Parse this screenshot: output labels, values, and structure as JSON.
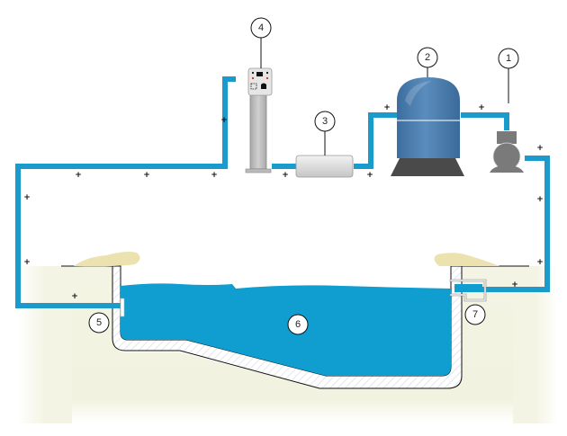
{
  "diagram": {
    "title": "Pool filtration circuit",
    "colors": {
      "pipe": "#1a9bcc",
      "water": "#0f9ecf",
      "ground": "#f2f2e2",
      "coping": "#ece2b0",
      "filter_tank": "#4a7fb0",
      "filter_base": "#4a4a4a",
      "pump": "#7a7a7a",
      "heater": "#d8d8d8",
      "controller": "#c8c8c8"
    },
    "callouts": [
      {
        "id": "1",
        "label": "1",
        "component": "pump"
      },
      {
        "id": "2",
        "label": "2",
        "component": "sand-filter"
      },
      {
        "id": "3",
        "label": "3",
        "component": "heater"
      },
      {
        "id": "4",
        "label": "4",
        "component": "controller"
      },
      {
        "id": "5",
        "label": "5",
        "component": "return-inlet"
      },
      {
        "id": "6",
        "label": "6",
        "component": "pool"
      },
      {
        "id": "7",
        "label": "7",
        "component": "skimmer"
      }
    ],
    "flow_marker": "+"
  }
}
